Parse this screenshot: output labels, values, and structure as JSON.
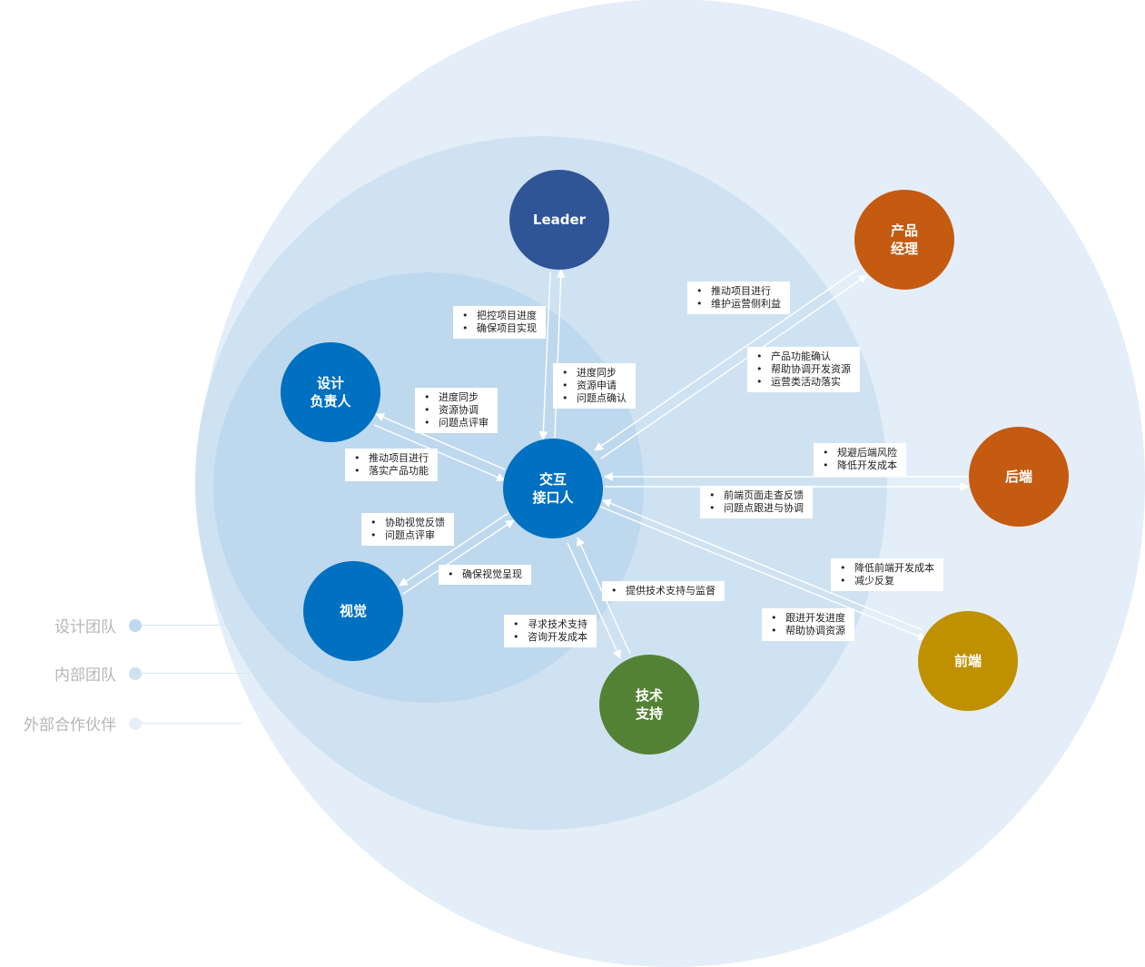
{
  "legend": [
    {
      "label": "设计团队",
      "color": "#bed8ee"
    },
    {
      "label": "内部团队",
      "color": "#cfe2f2"
    },
    {
      "label": "外部合作伙伴",
      "color": "#e6eff8"
    }
  ],
  "nodes": {
    "leader": {
      "label": "Leader",
      "color": "#2f5597"
    },
    "pm": {
      "label": "产品\n经理",
      "color": "#c55a11"
    },
    "design_lead": {
      "label": "设计\n负责人",
      "color": "#0070c0"
    },
    "center": {
      "label": "交互\n接口人",
      "color": "#0070c0"
    },
    "backend": {
      "label": "后端",
      "color": "#c55a11"
    },
    "visual": {
      "label": "视觉",
      "color": "#0070c0"
    },
    "tech": {
      "label": "技术\n支持",
      "color": "#548235"
    },
    "frontend": {
      "label": "前端",
      "color": "#bf9000"
    }
  },
  "labels": {
    "leader_out": [
      "把控项目进度",
      "确保项目实现"
    ],
    "leader_in": [
      "进度同步",
      "资源申请",
      "问题点确认"
    ],
    "pm_out": [
      "推动项目进行",
      "维护运营侧利益"
    ],
    "pm_in": [
      "产品功能确认",
      "帮助协调开发资源",
      "运营类活动落实"
    ],
    "design_in": [
      "进度同步",
      "资源协调",
      "问题点评审"
    ],
    "design_out": [
      "推动项目进行",
      "落实产品功能"
    ],
    "backend_out": [
      "规避后端风险",
      "降低开发成本"
    ],
    "backend_in": [
      "前端页面走查反馈",
      "问题点跟进与协调"
    ],
    "visual_out": [
      "协助视觉反馈",
      "问题点评审"
    ],
    "visual_in": [
      "确保视觉呈现"
    ],
    "tech_out": [
      "提供技术支持与监督"
    ],
    "tech_in": [
      "寻求技术支持",
      "咨询开发成本"
    ],
    "frontend_out": [
      "降低前端开发成本",
      "减少反复"
    ],
    "frontend_in": [
      "跟进开发进度",
      "帮助协调资源"
    ]
  }
}
